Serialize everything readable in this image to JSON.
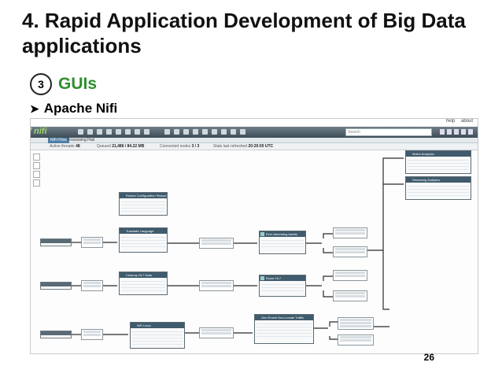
{
  "slide": {
    "title": "4. Rapid Application Development of Big Data applications",
    "step_number": "3",
    "step_label": "GUIs",
    "bullet_text": "Apache Nifi",
    "page_number": "26"
  },
  "nifi": {
    "header_links": [
      "help",
      "about"
    ],
    "logo_text": "nifi",
    "search_placeholder": "Search",
    "tab_label": "NiFi Flow",
    "breadcrumb": "Processing Hub",
    "stats": [
      {
        "label": "Active threads",
        "value": "48"
      },
      {
        "label": "Queued",
        "value": "21,486 / 84.22 MB"
      },
      {
        "label": "Connected nodes",
        "value": "3 / 3"
      },
      {
        "label": "Stats last refreshed",
        "value": "20:20:00 UTC"
      }
    ],
    "groups": [
      {
        "title": "Match Analytics"
      },
      {
        "title": "Streaming Analytics"
      },
      {
        "title": "Routes Configuration Resources"
      },
      {
        "title": "Translate Language"
      },
      {
        "title": "Find interesting tweets"
      },
      {
        "title": "Cleanup HL7 Data"
      },
      {
        "title": "Route HL7"
      },
      {
        "title": "NiFi Linux"
      },
      {
        "title": "Geo Enrich Geo-Locate Traffic"
      }
    ]
  },
  "colors": {
    "gui_label": "#2e8f2e",
    "toolbar": "#3d4c56",
    "processor_header": "#3f5b6d",
    "logo": "#9fd36a"
  }
}
